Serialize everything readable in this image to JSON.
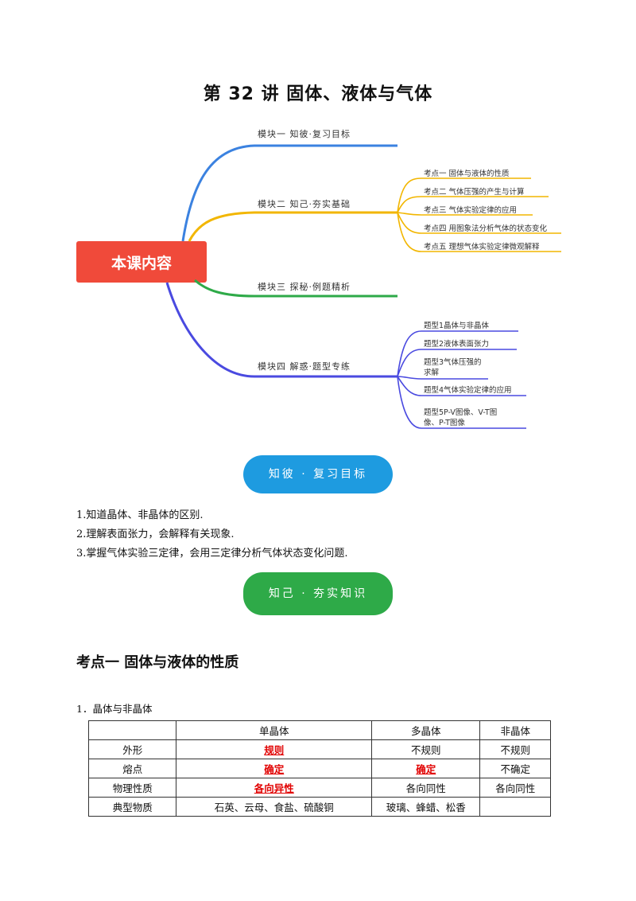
{
  "title": "第 32 讲    固体、液体与气体",
  "mindmap": {
    "center": "本课内容",
    "branches": [
      {
        "label": "模块一  知彼·复习目标",
        "color": "#3b82e0"
      },
      {
        "label": "模块二  知己·夯实基础",
        "color": "#f2b600",
        "children": [
          "考点一   固体与液体的性质",
          "考点二   气体压强的产生与计算",
          "考点三   气体实验定律的应用",
          "考点四   用图象法分析气体的状态变化",
          "考点五   理想气体实验定律微观解释"
        ]
      },
      {
        "label": "模块三  探秘·例题精析",
        "color": "#2eaa48"
      },
      {
        "label": "模块四  解惑·题型专练",
        "color": "#4a4ae0",
        "children": [
          "题型1晶体与非晶体",
          "题型2液体表面张力",
          "题型3气体压强的|求解",
          "题型4气体实验定律的应用",
          "题型5P-V图像、V-T图|像、P-T图像"
        ]
      }
    ]
  },
  "pill_review": "知彼 · 复习目标",
  "goals": [
    "1.知道晶体、非晶体的区别.",
    "2.理解表面张力，会解释有关现象.",
    "3.掌握气体实验三定律，会用三定律分析气体状态变化问题."
  ],
  "pill_foundation": "知己 · 夯实知识",
  "section_heading": "考点一    固体与液体的性质",
  "subheading": "1．晶体与非晶体",
  "table": {
    "headers": [
      "",
      "单晶体",
      "多晶体",
      "非晶体"
    ],
    "rows": [
      [
        "外形",
        "规则",
        "不规则",
        "不规则"
      ],
      [
        "熔点",
        "确定",
        "确定",
        "不确定"
      ],
      [
        "物理性质",
        "各向异性",
        "各向同性",
        "各向同性"
      ],
      [
        "典型物质",
        "石英、云母、食盐、硫酸铜",
        "玻璃、蜂蜡、松香",
        ""
      ]
    ]
  },
  "colors": {
    "center_box": "#f04a3a",
    "pill_blue": "#1e9be0",
    "pill_green": "#2eaa48",
    "answer_red": "#e10000"
  }
}
